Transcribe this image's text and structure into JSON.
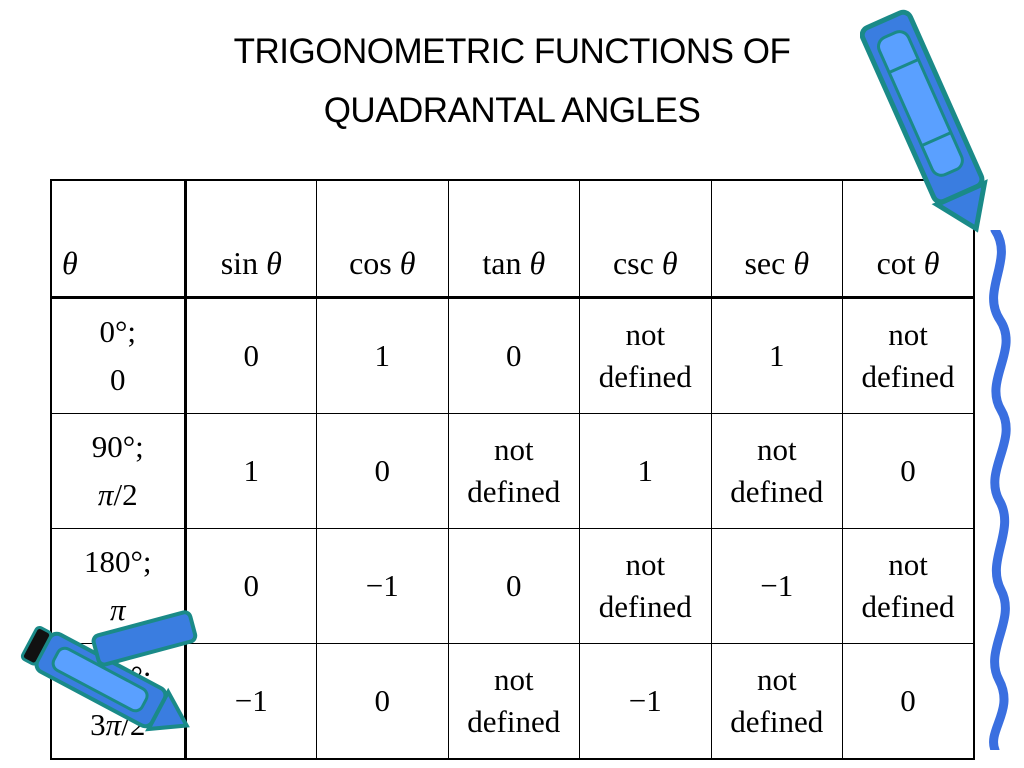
{
  "title": {
    "line1": "TRIGONOMETRIC FUNCTIONS OF",
    "line2": "QUADRANTAL ANGLES"
  },
  "table": {
    "headers": [
      "θ",
      "sin θ",
      "cos θ",
      "tan θ",
      "csc θ",
      "sec θ",
      "cot θ"
    ],
    "rows": [
      {
        "angle_deg": "0°;",
        "angle_rad": "0",
        "values": [
          "0",
          "1",
          "0",
          [
            "not",
            "defined"
          ],
          "1",
          [
            "not",
            "defined"
          ]
        ]
      },
      {
        "angle_deg": "90°;",
        "angle_rad": "π/2",
        "values": [
          "1",
          "0",
          [
            "not",
            "defined"
          ],
          "1",
          [
            "not",
            "defined"
          ],
          "0"
        ]
      },
      {
        "angle_deg": "180°;",
        "angle_rad": "π",
        "values": [
          "0",
          "−1",
          "0",
          [
            "not",
            "defined"
          ],
          "−1",
          [
            "not",
            "defined"
          ]
        ]
      },
      {
        "angle_deg": "270°;",
        "angle_rad": "3π/2",
        "values": [
          "−1",
          "0",
          [
            "not",
            "defined"
          ],
          "−1",
          [
            "not",
            "defined"
          ],
          "0"
        ]
      }
    ]
  },
  "decorations": {
    "pencil_colors": {
      "body": "#3a7de0",
      "outline": "#1a8a88",
      "ribbon": "#3a6fe0"
    }
  }
}
